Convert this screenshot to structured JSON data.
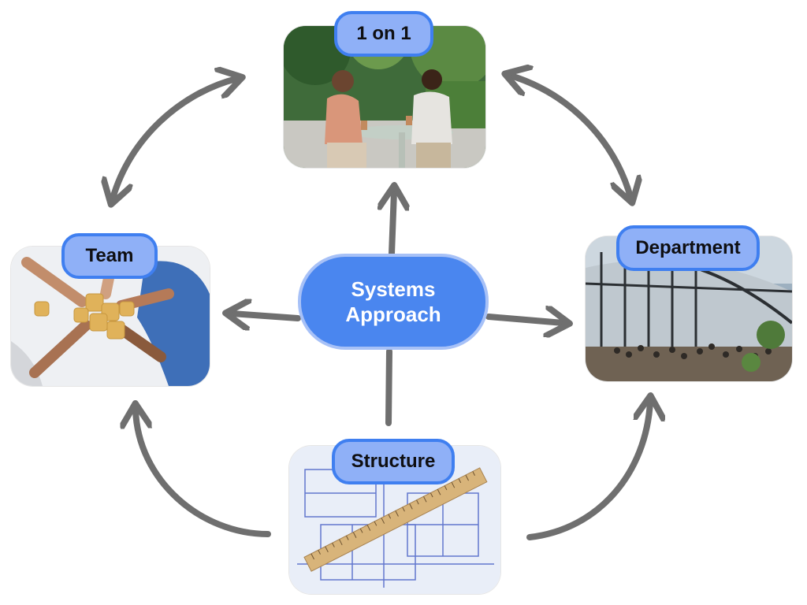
{
  "diagram": {
    "center": {
      "label": "Systems\nApproach",
      "fill": "#4a86ef",
      "border": "#a7c1f7"
    },
    "nodes": {
      "one_on_one": {
        "label": "1 on 1",
        "photo": "people-meeting-at-cafe-table"
      },
      "team": {
        "label": "Team",
        "photo": "hands-joining-puzzle-pieces"
      },
      "department": {
        "label": "Department",
        "photo": "crowd-in-glass-atrium"
      },
      "structure": {
        "label": "Structure",
        "photo": "ruler-on-blueprint"
      }
    },
    "label_style": {
      "fill": "#8fb0f7",
      "border": "#3f7ff0",
      "text": "#0f0f12"
    },
    "arrow_color": "#6f6f6f",
    "connections": [
      {
        "from": "center",
        "to": "one_on_one"
      },
      {
        "from": "center",
        "to": "team"
      },
      {
        "from": "center",
        "to": "department"
      },
      {
        "from": "structure",
        "to": "center",
        "head": "none"
      },
      {
        "from": "team",
        "to": "one_on_one",
        "head": "both"
      },
      {
        "from": "one_on_one",
        "to": "department",
        "head": "both"
      },
      {
        "from": "structure",
        "to": "team"
      },
      {
        "from": "structure",
        "to": "department"
      }
    ]
  }
}
